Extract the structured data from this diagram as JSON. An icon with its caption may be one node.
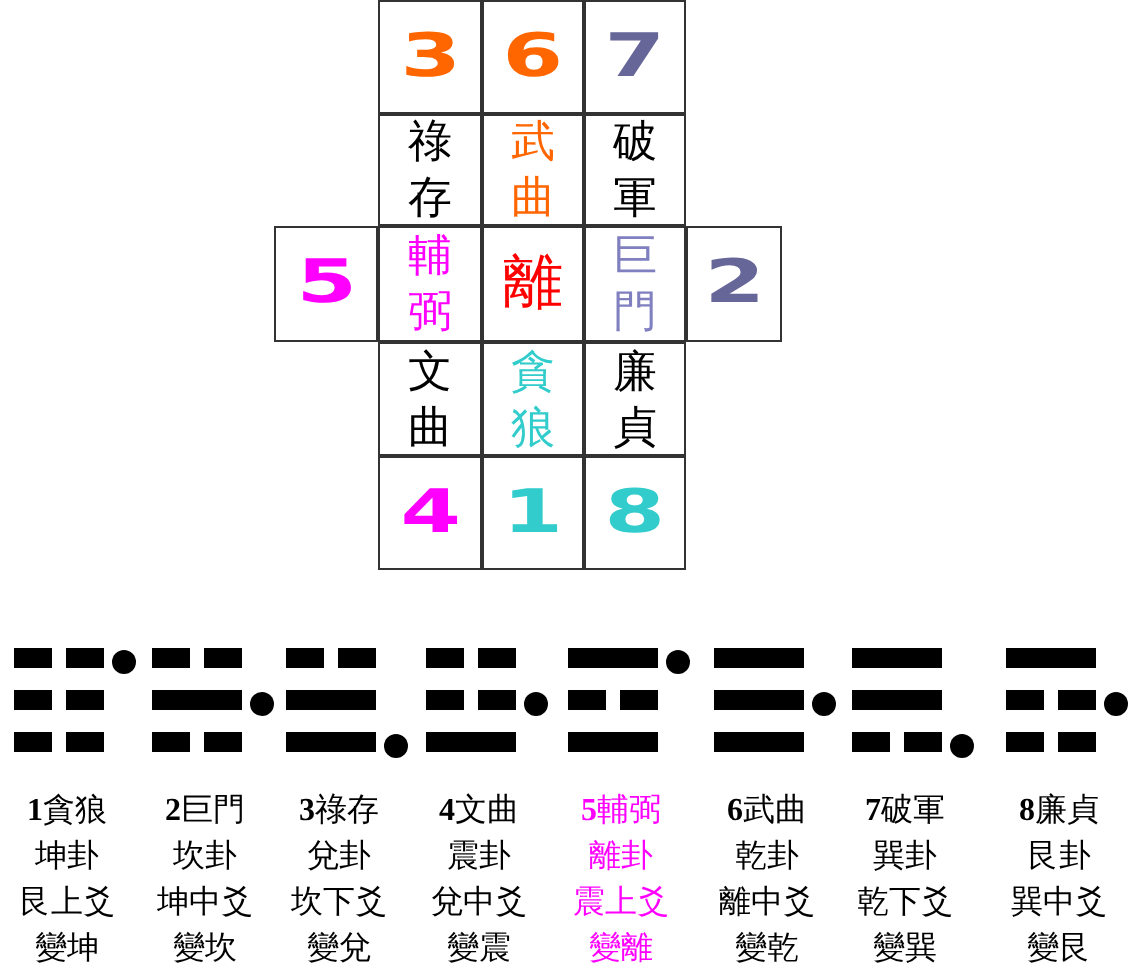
{
  "diagram": {
    "nodes": [
      {
        "text": [
          "3"
        ]
      },
      {
        "text": [
          "6"
        ]
      },
      {
        "text": [
          "7"
        ]
      },
      {
        "text": [
          "祿存"
        ]
      },
      {
        "text": [
          "武曲"
        ]
      },
      {
        "text": [
          "破軍"
        ]
      },
      {
        "text": [
          "5"
        ]
      },
      {
        "text": [
          "輔弼"
        ]
      },
      {
        "text": [
          "離"
        ]
      },
      {
        "text": [
          "巨門"
        ]
      },
      {
        "text": [
          "2"
        ]
      },
      {
        "text": [
          "文曲"
        ]
      },
      {
        "text": [
          "貪狼"
        ]
      },
      {
        "text": [
          "廉貞"
        ]
      },
      {
        "text": [
          "4"
        ]
      },
      {
        "text": [
          "1"
        ]
      },
      {
        "text": [
          "8"
        ]
      }
    ],
    "labels": [
      "**1**貪狼",
      "坤卦",
      "艮上爻",
      "變坤",
      "**2**巨門",
      "坎卦",
      "坤中爻",
      "變坎",
      "**3**祿存",
      "兌卦",
      "坎下爻",
      "變兌",
      "**4**文曲",
      "震卦",
      "兌中爻",
      "變震",
      "**5**輔弼",
      "離卦",
      "震上爻",
      "變離",
      "**6**武曲",
      "乾卦",
      "離中爻",
      "變乾",
      "**7**破軍",
      "巽卦",
      "乾下爻",
      "變巽",
      "**8**廉貞",
      "艮卦",
      "巽中爻",
      "變艮"
    ]
  }
}
